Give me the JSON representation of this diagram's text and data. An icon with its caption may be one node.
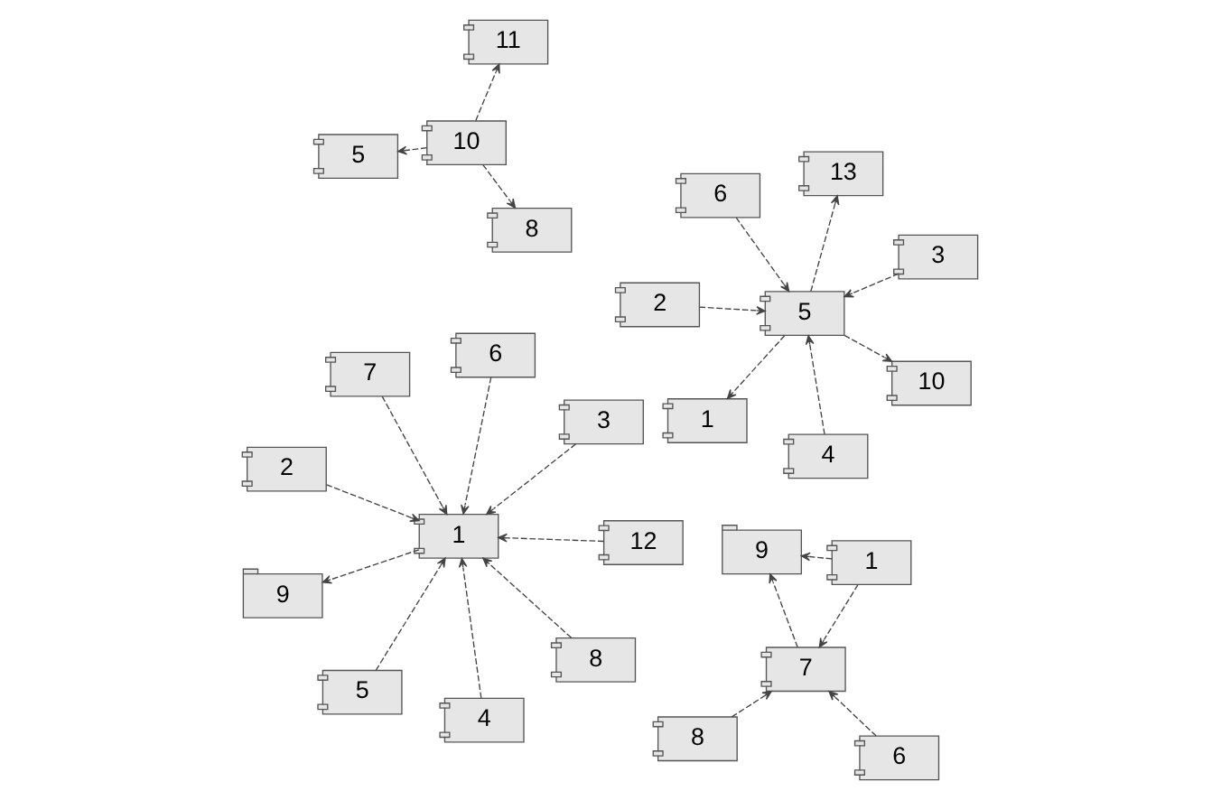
{
  "diagram": {
    "nodes": [
      {
        "text": [
          "2"
        ]
      },
      {
        "text": [
          "3"
        ]
      },
      {
        "text": [
          "4"
        ]
      },
      {
        "text": [
          "6"
        ]
      },
      {
        "text": [
          "1"
        ]
      },
      {
        "text": [
          "7"
        ]
      },
      {
        "text": [
          "9"
        ]
      },
      {
        "text": [
          "12"
        ]
      },
      {
        "text": [
          "5"
        ]
      },
      {
        "text": [
          "8"
        ]
      },
      {
        "text": [
          "2"
        ]
      },
      {
        "text": [
          "3"
        ]
      },
      {
        "text": [
          "4"
        ]
      },
      {
        "text": [
          "13"
        ]
      },
      {
        "text": [
          "5"
        ]
      },
      {
        "text": [
          "6"
        ]
      },
      {
        "text": [
          "1"
        ]
      },
      {
        "text": [
          "10"
        ]
      },
      {
        "text": [
          "8"
        ]
      },
      {
        "text": [
          "6"
        ]
      },
      {
        "text": [
          "7"
        ]
      },
      {
        "text": [
          "9"
        ]
      },
      {
        "text": [
          "1"
        ]
      },
      {
        "text": [
          "5"
        ]
      },
      {
        "text": [
          "10"
        ]
      },
      {
        "text": [
          "8"
        ]
      },
      {
        "text": [
          "11"
        ]
      }
    ],
    "edges": [
      {
        "from": 0,
        "to": 4,
        "arrow": "to",
        "style": "dashed"
      },
      {
        "from": 1,
        "to": 4,
        "arrow": "to",
        "style": "dashed"
      },
      {
        "from": 2,
        "to": 4,
        "arrow": "to",
        "style": "dashed"
      },
      {
        "from": 3,
        "to": 4,
        "arrow": "to",
        "style": "dashed"
      },
      {
        "from": 5,
        "to": 4,
        "arrow": "to",
        "style": "dashed"
      },
      {
        "from": 9,
        "to": 4,
        "arrow": "to",
        "style": "dashed"
      },
      {
        "from": 7,
        "to": 4,
        "arrow": "to",
        "style": "dashed"
      },
      {
        "from": 8,
        "to": 4,
        "arrow": "to",
        "style": "dashed"
      },
      {
        "from": 4,
        "to": 6,
        "arrow": "to",
        "style": "dashed"
      },
      {
        "from": 10,
        "to": 14,
        "arrow": "to",
        "style": "dashed"
      },
      {
        "from": 11,
        "to": 14,
        "arrow": "to",
        "style": "dashed"
      },
      {
        "from": 12,
        "to": 14,
        "arrow": "to",
        "style": "dashed"
      },
      {
        "from": 15,
        "to": 14,
        "arrow": "to",
        "style": "dashed"
      },
      {
        "from": 14,
        "to": 13,
        "arrow": "to",
        "style": "dashed"
      },
      {
        "from": 14,
        "to": 16,
        "arrow": "to",
        "style": "dashed"
      },
      {
        "from": 14,
        "to": 17,
        "arrow": "to",
        "style": "dashed"
      },
      {
        "from": 18,
        "to": 20,
        "arrow": "to",
        "style": "dashed"
      },
      {
        "from": 19,
        "to": 20,
        "arrow": "to",
        "style": "dashed"
      },
      {
        "from": 20,
        "to": 21,
        "arrow": "to",
        "style": "dashed"
      },
      {
        "from": 22,
        "to": 21,
        "arrow": "to",
        "style": "dashed"
      },
      {
        "from": 22,
        "to": 20,
        "arrow": "to",
        "style": "dashed"
      },
      {
        "from": 24,
        "to": 23,
        "arrow": "to",
        "style": "dashed"
      },
      {
        "from": 24,
        "to": 25,
        "arrow": "to",
        "style": "dashed"
      },
      {
        "from": 24,
        "to": 26,
        "arrow": "to",
        "style": "dashed"
      }
    ]
  }
}
